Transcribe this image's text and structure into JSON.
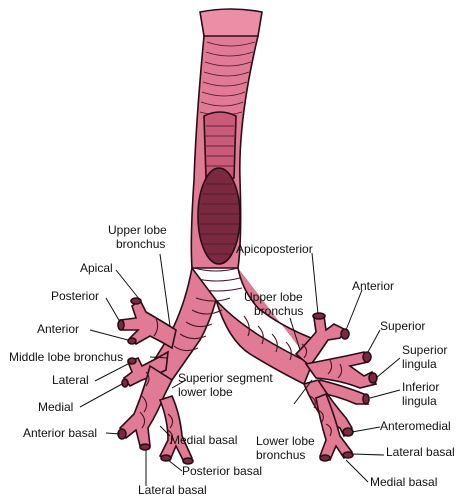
{
  "colors": {
    "tissue": "#e07a95",
    "tissue_dark": "#c95b79",
    "tissue_light": "#f2a7bb",
    "outline": "#2a0d16",
    "lumen": "#7a2a40"
  },
  "labels": {
    "upper_lobe_bronchus_left": [
      "Upper lobe",
      "bronchus"
    ],
    "apical": "Apical",
    "posterior": "Posterior",
    "anterior_left": "Anterior",
    "middle_lobe_bronchus": "Middle lobe bronchus",
    "lateral": "Lateral",
    "medial": "Medial",
    "anterior_basal": "Anterior basal",
    "superior_segment_lower_lobe": [
      "Superior segment",
      "lower lobe"
    ],
    "medial_basal_left": "Medial basal",
    "posterior_basal": "Posterior basal",
    "lateral_basal_left": "Lateral basal",
    "apicoposterior": "Apicoposterior",
    "anterior_right": "Anterior",
    "upper_lobe_bronchus_right": [
      "Upper lobe",
      "bronchus"
    ],
    "superior": "Superior",
    "superior_lingula": [
      "Superior",
      "lingula"
    ],
    "inferior_lingula": [
      "Inferior",
      "lingula"
    ],
    "anteromedial": "Anteromedial",
    "lateral_basal_right": "Lateral basal",
    "lower_lobe_bronchus": [
      "Lower lobe",
      "bronchus"
    ],
    "medial_basal_right": "Medial basal"
  }
}
